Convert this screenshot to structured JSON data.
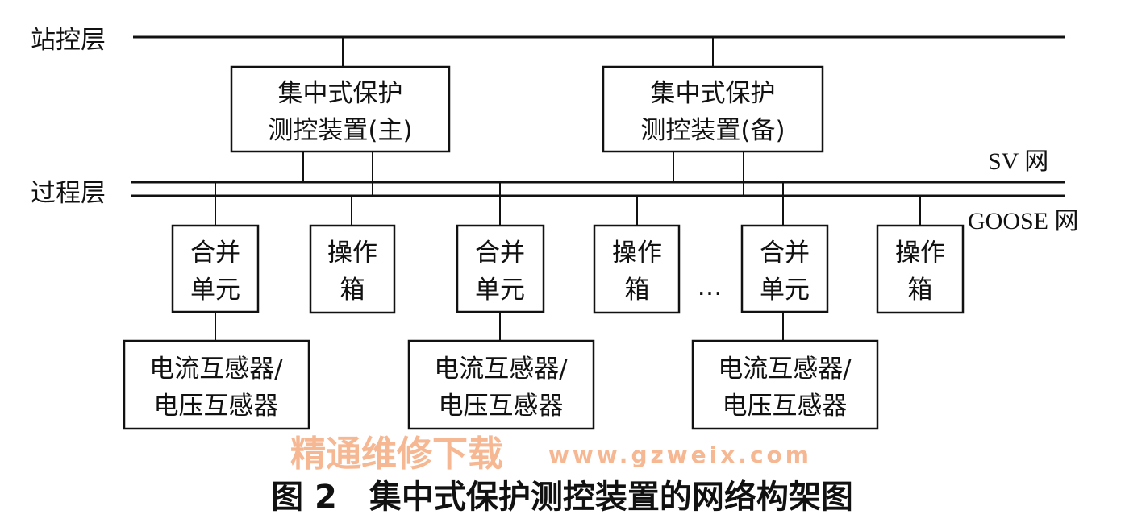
{
  "layers": {
    "station": "站控层",
    "process": "过程层"
  },
  "networks": {
    "sv": "SV 网",
    "goose": "GOOSE 网"
  },
  "devices": {
    "main": [
      "集中式保护",
      "测控装置(主)"
    ],
    "backup": [
      "集中式保护",
      "测控装置(备)"
    ]
  },
  "merging_unit": [
    "合并",
    "单元"
  ],
  "operation_box": [
    "操作",
    "箱"
  ],
  "transformer": [
    "电流互感器/",
    "电压互感器"
  ],
  "ellipsis": "…",
  "watermark": {
    "title": "精通维修下载",
    "url": "www.gzweix.com"
  },
  "caption": "图 2　集中式保护测控装置的网络构架图"
}
